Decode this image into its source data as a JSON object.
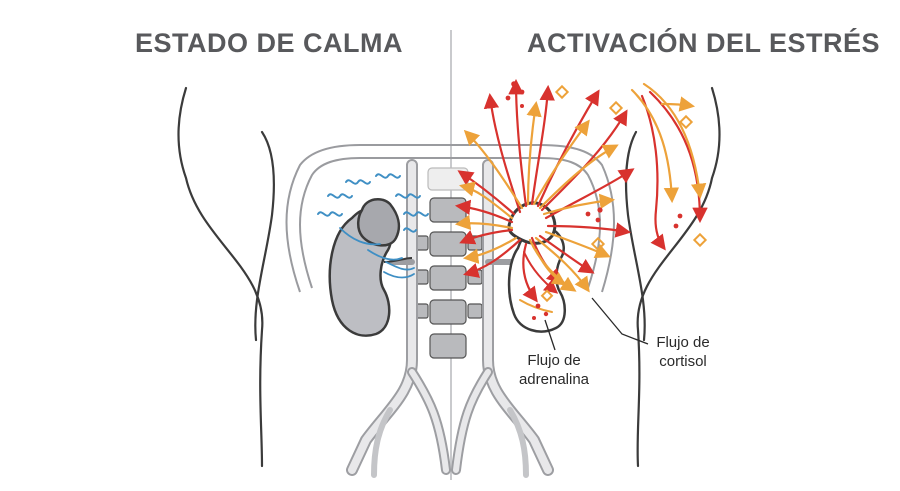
{
  "panels": {
    "left": {
      "title": "ESTADO DE CALMA"
    },
    "right": {
      "title": "ACTIVACIÓN DEL ESTRÉS"
    }
  },
  "callouts": {
    "adrenaline": "Flujo de adrenalina",
    "cortisol": "Flujo de cortisol"
  },
  "colors": {
    "title": "#58595c",
    "outline": "#3b3b3b",
    "kidney_fill": "#bdbec3",
    "spine": "#b9babd",
    "calm_nerves": "#3f8fc4",
    "adrenaline": "#d8322e",
    "cortisol": "#eda23a",
    "divider": "#c9cacd"
  },
  "icons": {
    "calm_signal": "wavy-line",
    "adrenaline_particle": "dot",
    "cortisol_particle": "hollow-diamond"
  }
}
